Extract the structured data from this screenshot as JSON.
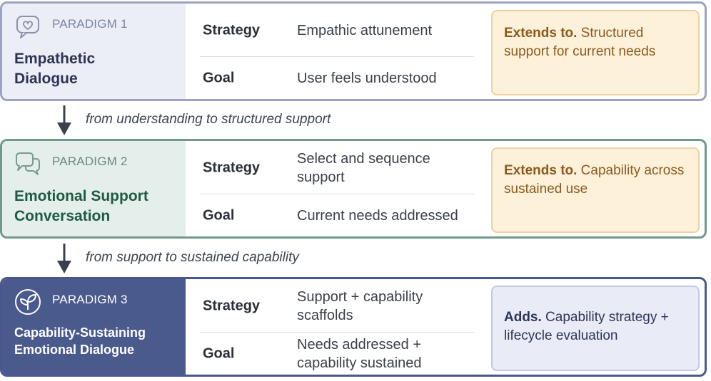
{
  "paradigms": [
    {
      "label": "PARADIGM 1",
      "title": "Empathetic Dialogue",
      "strategy_key": "Strategy",
      "strategy": "Empathic attunement",
      "goal_key": "Goal",
      "goal": "User feels understood",
      "note_lead": "Extends to.",
      "note_text": " Structured support for current needs",
      "icon": "heart-speech-bubble-icon"
    },
    {
      "label": "PARADIGM 2",
      "title": "Emotional Support Conversation",
      "strategy_key": "Strategy",
      "strategy": "Select and sequence support",
      "goal_key": "Goal",
      "goal": "Current needs addressed",
      "note_lead": "Extends to.",
      "note_text": " Capability across sustained use",
      "icon": "conversation-bubbles-icon"
    },
    {
      "label": "PARADIGM 3",
      "title": "Capability-Sustaining Emotional Dialogue",
      "strategy_key": "Strategy",
      "strategy": "Support + capability scaffolds",
      "goal_key": "Goal",
      "goal": "Needs addressed + capability sustained",
      "note_lead": "Adds.",
      "note_text": " Capability strategy + lifecycle evaluation",
      "icon": "growth-sprout-icon"
    }
  ],
  "transitions": [
    "from understanding to structured support",
    "from support to sustained capability"
  ],
  "colors": {
    "paradigm1_border": "#9ba2c3",
    "paradigm2_border": "#6f9a8a",
    "paradigm3_fill": "#4b5a8d",
    "extends_note_fill": "#fdf1da",
    "adds_note_fill": "#e9ecf7"
  }
}
